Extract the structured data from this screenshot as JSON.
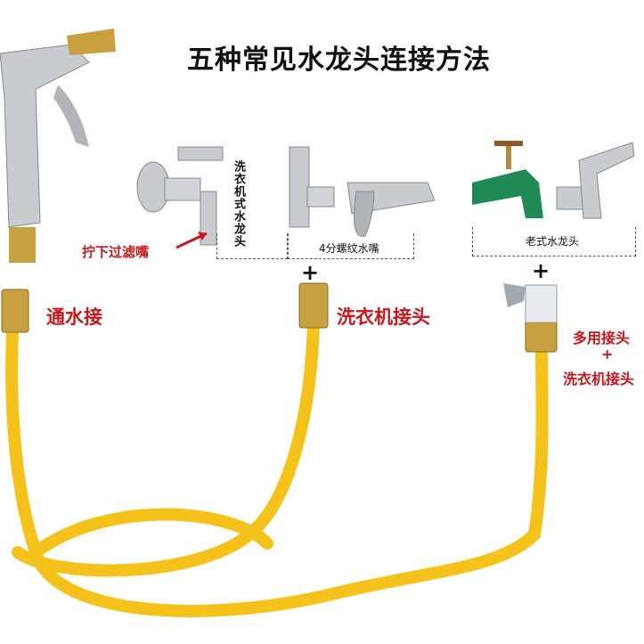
{
  "title": "五种常见水龙头连接方法",
  "labels": {
    "washer_faucet": "洗衣机式水龙头",
    "remove_filter": "拧下过滤嘴",
    "thread_nozzle": "4分螺纹水嘴",
    "old_faucet": "老式水龙头",
    "plus1": "+",
    "plus2": "+",
    "plus3": "+",
    "connector1": "通水接",
    "connector2": "洗衣机接头",
    "connector3a": "多用接头",
    "connector3b": "洗衣机接头"
  },
  "colors": {
    "hose": "#f5c21b",
    "brass": "#c9a040",
    "red": "#c8161d",
    "chrome": "#c8ccd0",
    "green": "#1f8a55"
  }
}
